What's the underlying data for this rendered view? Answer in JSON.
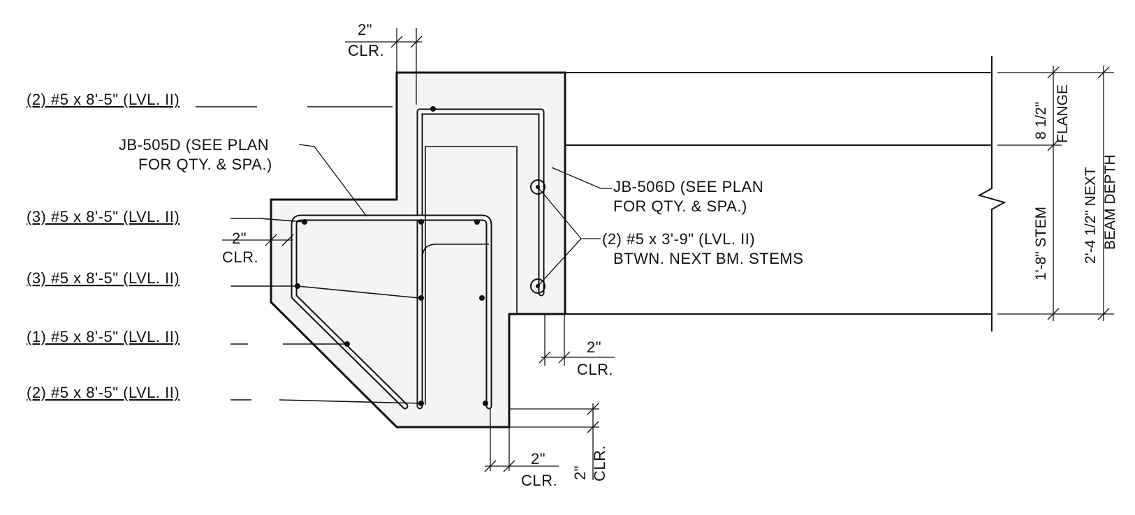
{
  "rebar_callouts": [
    {
      "label": "(2) #5 x 8'-5\" (LVL. II)"
    },
    {
      "label": "(3) #5 x 8'-5\" (LVL. II)"
    },
    {
      "label": "(3) #5 x 8'-5\" (LVL. II)"
    },
    {
      "label": "(1) #5 x 8'-5\" (LVL. II)"
    },
    {
      "label": "(2) #5 x 8'-5\" (LVL. II)"
    }
  ],
  "stirrup_505": {
    "line1": "JB-505D (SEE PLAN",
    "line2": "FOR QTY. & SPA.)"
  },
  "stirrup_506": {
    "line1": "JB-506D (SEE PLAN",
    "line2": "FOR QTY. & SPA.)"
  },
  "between_stems": {
    "line1": "(2) #5 x 3'-9\" (LVL. II)",
    "line2": "BTWN. NEXT BM. STEMS"
  },
  "clearances": {
    "top": "2\"",
    "left": "2\"",
    "right": "2\"",
    "bottom": "2\"",
    "bottom_vertical": "2\"",
    "clr_label": "CLR."
  },
  "dimensions": {
    "flange": "8 1/2\"",
    "flange_label": "FLANGE",
    "stem": "1'-8\" STEM",
    "total": "2'-4 1/2\" NEXT",
    "total_label": "BEAM DEPTH"
  },
  "colors": {
    "ink": "#111111",
    "concrete": "#f4f4f4",
    "background": "#ffffff"
  }
}
